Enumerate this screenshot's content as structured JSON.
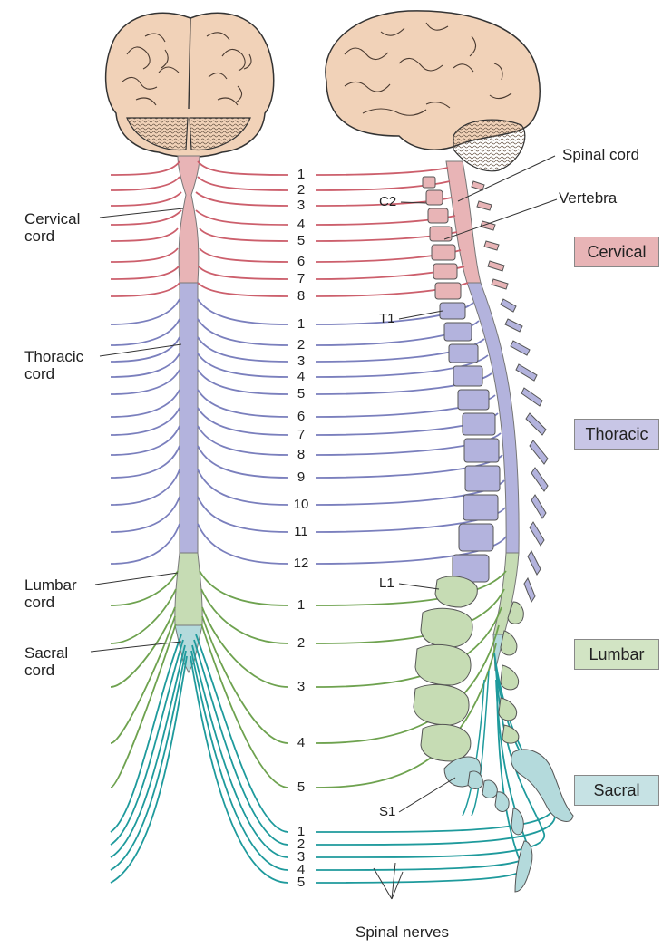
{
  "labels": {
    "cervical_cord_1": "Cervical",
    "cervical_cord_2": "cord",
    "thoracic_cord_1": "Thoracic",
    "thoracic_cord_2": "cord",
    "lumbar_cord_1": "Lumbar",
    "lumbar_cord_2": "cord",
    "sacral_cord_1": "Sacral",
    "sacral_cord_2": "cord",
    "spinal_cord": "Spinal cord",
    "vertebra": "Vertebra",
    "c2": "C2",
    "t1": "T1",
    "l1": "L1",
    "s1": "S1",
    "spinal_nerves": "Spinal nerves"
  },
  "regions": {
    "cervical": "Cervical",
    "thoracic": "Thoracic",
    "lumbar": "Lumbar",
    "sacral": "Sacral"
  },
  "nerve_numbers": {
    "cervical": [
      "1",
      "2",
      "3",
      "4",
      "5",
      "6",
      "7",
      "8"
    ],
    "thoracic": [
      "1",
      "2",
      "3",
      "4",
      "5",
      "6",
      "7",
      "8",
      "9",
      "10",
      "11",
      "12"
    ],
    "lumbar": [
      "1",
      "2",
      "3",
      "4",
      "5"
    ],
    "sacral": [
      "1",
      "2",
      "3",
      "4",
      "5"
    ]
  },
  "colors": {
    "cervical": "#cc5f6c",
    "cervical_fill": "#e8b4b6",
    "thoracic": "#7a7fbd",
    "thoracic_fill": "#b3b3dd",
    "lumbar": "#6ea24f",
    "lumbar_fill": "#c6dcb4",
    "sacral": "#1e9a9c",
    "sacral_fill": "#b4dadc",
    "brain": "#f1d2b8"
  }
}
